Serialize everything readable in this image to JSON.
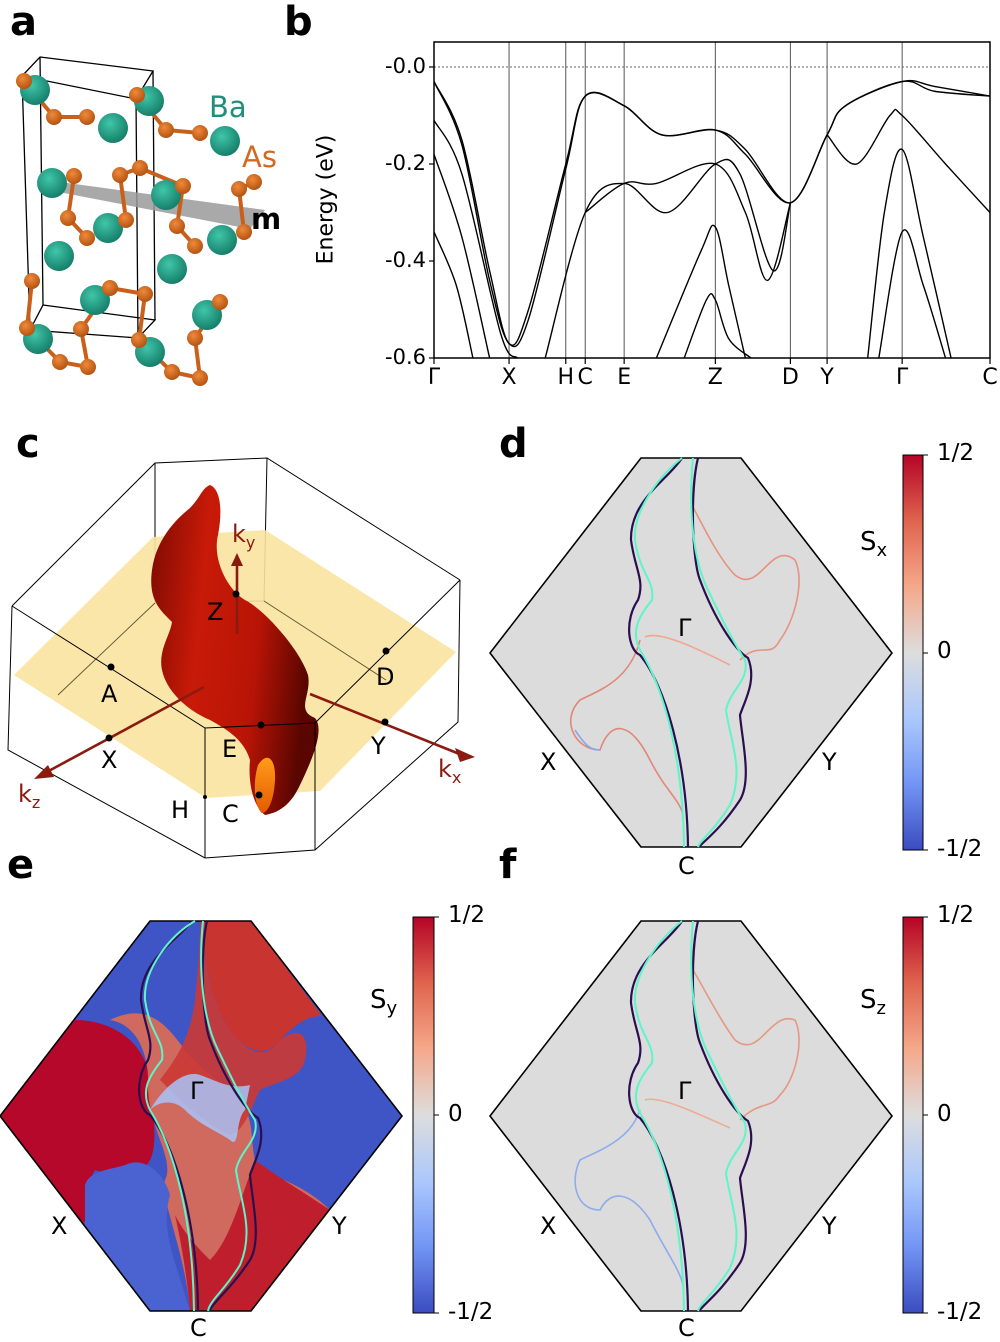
{
  "panels": {
    "a": {
      "letter": "a",
      "species": [
        {
          "label": "Ba",
          "color": "#1f8f7a"
        },
        {
          "label": "As",
          "color": "#d2691e"
        }
      ],
      "mirror_plane_label": "m"
    },
    "b": {
      "letter": "b"
    },
    "c": {
      "letter": "c",
      "points": [
        "Z",
        "A",
        "D",
        "X",
        "E",
        "Y",
        "H",
        "C"
      ],
      "axes": {
        "kx": "k",
        "kx_sub": "x",
        "ky": "k",
        "ky_sub": "y",
        "kz": "k",
        "kz_sub": "z"
      },
      "axis_color": "#8b1a10",
      "plane_color": "#fbe3a0",
      "surface_color": "#c01a0a"
    },
    "d": {
      "letter": "d",
      "component": "S",
      "component_sub": "x",
      "labels": {
        "gamma": "Γ",
        "x": "X",
        "y": "Y",
        "c": "C"
      }
    },
    "e": {
      "letter": "e",
      "component": "S",
      "component_sub": "y",
      "labels": {
        "gamma": "Γ",
        "x": "X",
        "y": "Y",
        "c": "C"
      }
    },
    "f": {
      "letter": "f",
      "component": "S",
      "component_sub": "z",
      "labels": {
        "gamma": "Γ",
        "x": "X",
        "y": "Y",
        "c": "C"
      }
    }
  },
  "colorbar": {
    "ticks": [
      "1/2",
      "0",
      "-1/2"
    ],
    "colormap": "coolwarm",
    "stops": [
      "#b40426",
      "#e7745b",
      "#f6bfa6",
      "#dddddd",
      "#b7cff9",
      "#7b9ff9",
      "#3b4cc0"
    ]
  },
  "fermi_contours": {
    "outer_color": "#2a0f50",
    "inner_color": "#5ef5c8"
  },
  "chart_data": {
    "type": "line",
    "title": "",
    "xlabel": "",
    "ylabel": "Energy (eV)",
    "ylim": [
      -0.6,
      0.05
    ],
    "yticks": [
      "-0.0",
      "-0.2",
      "-0.4",
      "-0.6"
    ],
    "ytick_values": [
      0.0,
      -0.2,
      -0.4,
      -0.6
    ],
    "k_path": [
      "Γ",
      "X",
      "H",
      "C",
      "E",
      "Z",
      "D",
      "Y",
      "Γ",
      "C"
    ],
    "k_positions": [
      0.0,
      0.135,
      0.237,
      0.272,
      0.342,
      0.506,
      0.641,
      0.707,
      0.842,
      1.0
    ],
    "fermi_level": 0.0,
    "grid": "vertical lines at high-symmetry points",
    "series": [
      {
        "name": "band1",
        "points": [
          [
            0.0,
            -0.03
          ],
          [
            0.05,
            -0.15
          ],
          [
            0.1,
            -0.42
          ],
          [
            0.135,
            -0.57
          ],
          [
            0.17,
            -0.5
          ],
          [
            0.237,
            -0.2
          ],
          [
            0.272,
            -0.06
          ],
          [
            0.342,
            -0.08
          ],
          [
            0.41,
            -0.14
          ],
          [
            0.506,
            -0.13
          ],
          [
            0.56,
            -0.18
          ],
          [
            0.641,
            -0.28
          ],
          [
            0.707,
            -0.14
          ],
          [
            0.74,
            -0.08
          ],
          [
            0.842,
            -0.03
          ],
          [
            0.9,
            -0.04
          ],
          [
            1.0,
            -0.06
          ]
        ]
      },
      {
        "name": "band2",
        "points": [
          [
            0.0,
            -0.03
          ],
          [
            0.05,
            -0.16
          ],
          [
            0.1,
            -0.44
          ],
          [
            0.135,
            -0.57
          ],
          [
            0.17,
            -0.52
          ],
          [
            0.237,
            -0.21
          ],
          [
            0.272,
            -0.06
          ],
          [
            0.342,
            -0.08
          ],
          [
            0.41,
            -0.14
          ],
          [
            0.506,
            -0.13
          ],
          [
            0.56,
            -0.17
          ],
          [
            0.641,
            -0.28
          ],
          [
            0.707,
            -0.14
          ],
          [
            0.74,
            -0.08
          ],
          [
            0.842,
            -0.03
          ],
          [
            0.9,
            -0.05
          ],
          [
            1.0,
            -0.06
          ]
        ]
      },
      {
        "name": "band3",
        "points": [
          [
            0.0,
            -0.11
          ],
          [
            0.05,
            -0.22
          ],
          [
            0.12,
            -0.55
          ],
          [
            0.15,
            -0.6
          ]
        ]
      },
      {
        "name": "band4",
        "points": [
          [
            0.0,
            -0.18
          ],
          [
            0.05,
            -0.35
          ],
          [
            0.1,
            -0.6
          ]
        ]
      },
      {
        "name": "band5",
        "points": [
          [
            0.0,
            -0.34
          ],
          [
            0.04,
            -0.45
          ],
          [
            0.07,
            -0.6
          ]
        ]
      },
      {
        "name": "band6",
        "points": [
          [
            0.2,
            -0.6
          ],
          [
            0.272,
            -0.3
          ],
          [
            0.342,
            -0.24
          ],
          [
            0.42,
            -0.3
          ],
          [
            0.506,
            -0.2
          ],
          [
            0.55,
            -0.22
          ],
          [
            0.61,
            -0.42
          ],
          [
            0.641,
            -0.28
          ]
        ]
      },
      {
        "name": "band7",
        "points": [
          [
            0.272,
            -0.3
          ],
          [
            0.342,
            -0.24
          ],
          [
            0.4,
            -0.24
          ],
          [
            0.506,
            -0.2
          ],
          [
            0.56,
            -0.3
          ],
          [
            0.6,
            -0.44
          ],
          [
            0.641,
            -0.28
          ]
        ]
      },
      {
        "name": "band8",
        "points": [
          [
            0.707,
            -0.14
          ],
          [
            0.76,
            -0.2
          ],
          [
            0.82,
            -0.1
          ],
          [
            0.842,
            -0.1
          ],
          [
            0.92,
            -0.2
          ],
          [
            1.0,
            -0.3
          ]
        ]
      },
      {
        "name": "band9",
        "points": [
          [
            0.78,
            -0.6
          ],
          [
            0.81,
            -0.3
          ],
          [
            0.842,
            -0.17
          ],
          [
            0.88,
            -0.35
          ],
          [
            0.93,
            -0.6
          ]
        ]
      },
      {
        "name": "band10",
        "points": [
          [
            0.8,
            -0.6
          ],
          [
            0.842,
            -0.34
          ],
          [
            0.88,
            -0.45
          ],
          [
            0.92,
            -0.6
          ]
        ]
      },
      {
        "name": "band11",
        "points": [
          [
            0.4,
            -0.6
          ],
          [
            0.48,
            -0.38
          ],
          [
            0.506,
            -0.33
          ],
          [
            0.53,
            -0.45
          ],
          [
            0.56,
            -0.6
          ]
        ]
      },
      {
        "name": "band12",
        "points": [
          [
            0.45,
            -0.6
          ],
          [
            0.49,
            -0.48
          ],
          [
            0.506,
            -0.48
          ],
          [
            0.53,
            -0.56
          ],
          [
            0.57,
            -0.6
          ]
        ]
      }
    ]
  }
}
